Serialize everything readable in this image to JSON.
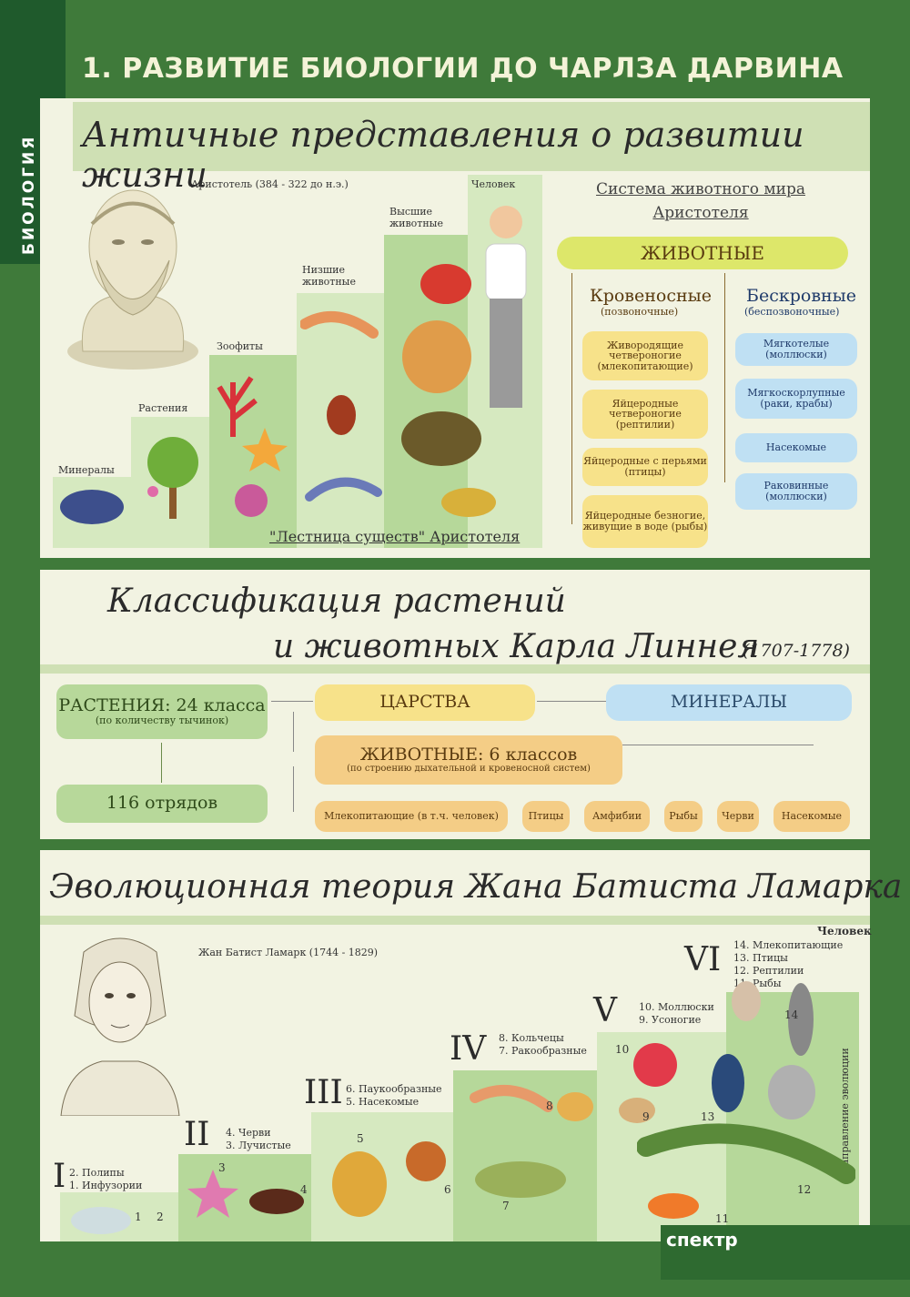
{
  "side": {
    "title": "БИОЛОГИЯ",
    "subtitle": "эволюционное учение"
  },
  "main_title": "1. РАЗВИТИЕ БИОЛОГИИ ДО ЧАРЛЗА ДАРВИНА",
  "section1": {
    "title": "Античные представления о развитии жизни",
    "aristotle": "Аристотель (384 - 322 до н.э.)",
    "ladder_caption": "\"Лестница существ\" Аристотеля",
    "steps": [
      "Минералы",
      "Растения",
      "Зоофиты",
      "Низшие животные",
      "Высшие животные",
      "Человек"
    ],
    "system_title": "Система животного мира Аристотеля",
    "animals": "ЖИВОТНЫЕ",
    "blood_head": "Кровеносные",
    "blood_sub": "(позвоночные)",
    "bloodless_head": "Бескровные",
    "bloodless_sub": "(беспозвоночные)",
    "blood_items": [
      "Живородящие четвероногие (млекопитающие)",
      "Яйцеродные четвероногие (рептилии)",
      "Яйцеродные с перьями (птицы)",
      "Яйцеродные безногие, живущие в воде (рыбы)"
    ],
    "bloodless_items": [
      "Мягкотелые (моллюски)",
      "Мягкоскорлупные (раки, крабы)",
      "Насекомые",
      "Раковинные (моллюски)"
    ]
  },
  "section2": {
    "title_line1": "Классификация растений",
    "title_line2": "и животных Карла Линнея",
    "years": "(1707-1778)",
    "plants": "РАСТЕНИЯ: 24 класса",
    "plants_sub": "(по количеству тычинок)",
    "orders": "116 отрядов",
    "kingdoms": "ЦАРСТВА",
    "minerals": "МИНЕРАЛЫ",
    "animals": "ЖИВОТНЫЕ: 6 классов",
    "animals_sub": "(по строению дыхательной и кровеносной систем)",
    "classes": [
      "Млекопитающие (в т.ч. человек)",
      "Птицы",
      "Амфибии",
      "Рыбы",
      "Черви",
      "Насекомые"
    ]
  },
  "section3": {
    "title": "Эволюционная теория Жана Батиста Ламарка",
    "lamarck": "Жан Батист Ламарк (1744 - 1829)",
    "human": "Человек",
    "direction": "Направление эволюции",
    "levels": [
      {
        "roman": "I",
        "items": [
          "2. Полипы",
          "1. Инфузории"
        ]
      },
      {
        "roman": "II",
        "items": [
          "4. Черви",
          "3. Лучистые"
        ]
      },
      {
        "roman": "III",
        "items": [
          "6. Паукообразные",
          "5. Насекомые"
        ]
      },
      {
        "roman": "IV",
        "items": [
          "8. Кольчецы",
          "7. Ракообразные"
        ]
      },
      {
        "roman": "V",
        "items": [
          "10. Моллюски",
          "9. Усоногие"
        ]
      },
      {
        "roman": "VI",
        "items": [
          "14. Млекопитающие",
          "13. Птицы",
          "12. Рептилии",
          "11. Рыбы"
        ]
      }
    ],
    "numbers": [
      "1",
      "2",
      "3",
      "4",
      "5",
      "6",
      "7",
      "8",
      "9",
      "10",
      "11",
      "12",
      "13",
      "14"
    ]
  },
  "publisher": "спектр",
  "colors": {
    "bg": "#3f7a3a",
    "panel": "#f2f3e2",
    "band": "#cfe0b4",
    "yellow": "#f7e28a",
    "orange": "#f4cd86",
    "blue": "#bfe0f3"
  }
}
